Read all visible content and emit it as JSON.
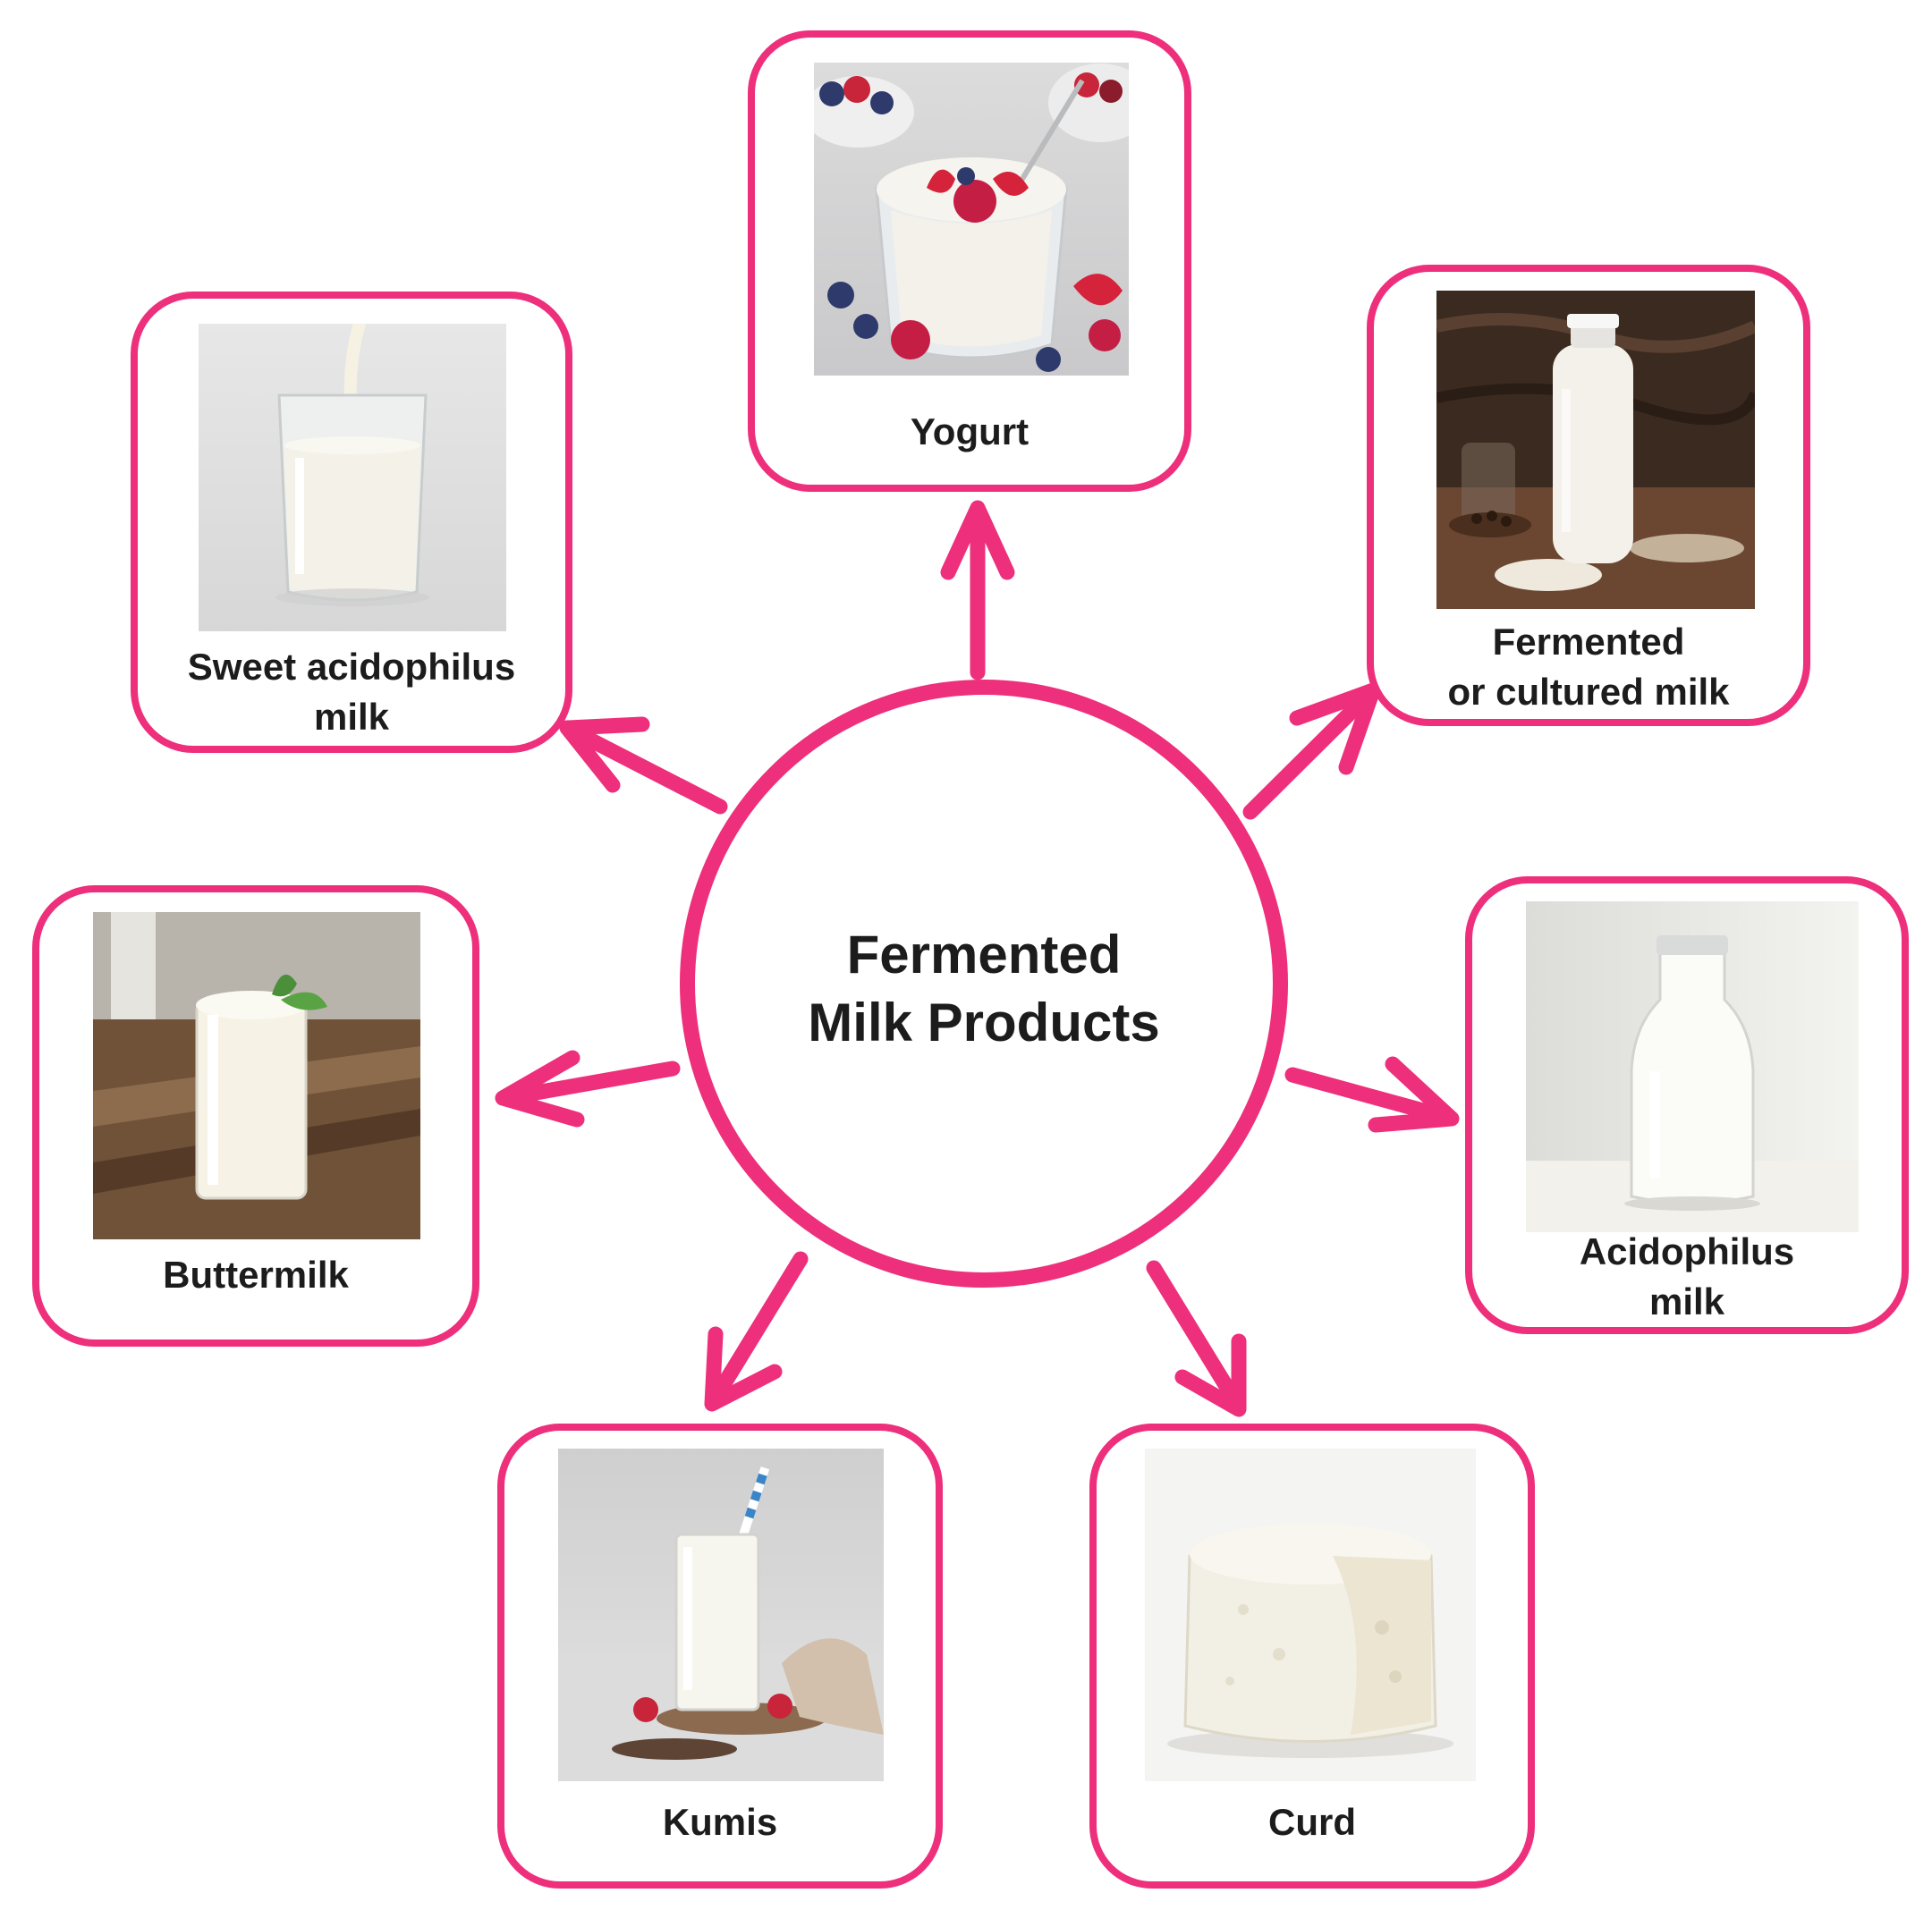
{
  "center": {
    "line1": "Fermented",
    "line2": "Milk Products"
  },
  "accent_color": "#ee2f7b",
  "products": {
    "yogurt": {
      "label": "Yogurt",
      "photo": "yogurt-bowl-with-berries"
    },
    "fermented_milk": {
      "line1": "Fermented",
      "line2": "or cultured milk",
      "photo": "milk-bottle-on-wooden-table"
    },
    "acidophilus_milk": {
      "line1": "Acidophilus",
      "line2": "milk",
      "photo": "milk-bottle-white-background"
    },
    "curd": {
      "label": "Curd",
      "photo": "curd-block"
    },
    "kumis": {
      "label": "Kumis",
      "photo": "glass-with-striped-straw"
    },
    "buttermilk": {
      "label": "Buttermilk",
      "photo": "glass-with-mint-on-wood"
    },
    "sweet_acidophilus_milk": {
      "line1": "Sweet acidophilus",
      "line2": "milk",
      "photo": "milk-pouring-into-glass"
    }
  }
}
